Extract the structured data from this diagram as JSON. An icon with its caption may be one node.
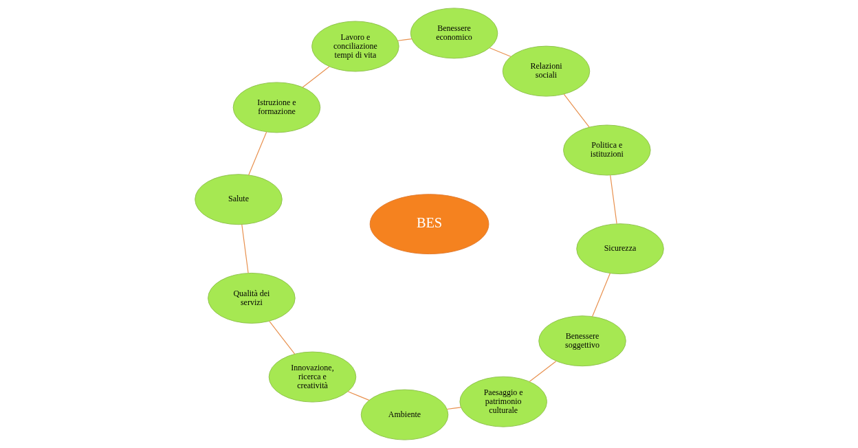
{
  "diagram": {
    "nodes": [
      {
        "text": [
          "Salute"
        ]
      },
      {
        "text": [
          "Istruzione e formazione"
        ]
      },
      {
        "text": [
          "Lavoro e conciliazione tempi di vita"
        ]
      },
      {
        "text": [
          "Benessere economico"
        ]
      },
      {
        "text": [
          "Relazioni sociali"
        ]
      },
      {
        "text": [
          "Politica e istituzioni"
        ]
      },
      {
        "text": [
          "Sicurezza"
        ]
      },
      {
        "text": [
          "Benessere soggettivo"
        ]
      },
      {
        "text": [
          "Paesaggio e patrimonio culturale"
        ]
      },
      {
        "text": [
          "Ambiente"
        ]
      },
      {
        "text": [
          "Innovazione, ricerca e creatività"
        ]
      },
      {
        "text": [
          "Qualità dei servizi"
        ]
      },
      {
        "text": [
          "BES"
        ]
      }
    ],
    "edges": [
      {
        "from": 0,
        "to": 1,
        "arrow": "none"
      },
      {
        "from": 1,
        "to": 2,
        "arrow": "none"
      },
      {
        "from": 2,
        "to": 3,
        "arrow": "none"
      },
      {
        "from": 3,
        "to": 4,
        "arrow": "none"
      },
      {
        "from": 4,
        "to": 5,
        "arrow": "none"
      },
      {
        "from": 5,
        "to": 6,
        "arrow": "none"
      },
      {
        "from": 6,
        "to": 7,
        "arrow": "none"
      },
      {
        "from": 7,
        "to": 8,
        "arrow": "none"
      },
      {
        "from": 8,
        "to": 9,
        "arrow": "none"
      },
      {
        "from": 9,
        "to": 10,
        "arrow": "none"
      },
      {
        "from": 10,
        "to": 11,
        "arrow": "none"
      },
      {
        "from": 11,
        "to": 0,
        "arrow": "none"
      }
    ]
  }
}
